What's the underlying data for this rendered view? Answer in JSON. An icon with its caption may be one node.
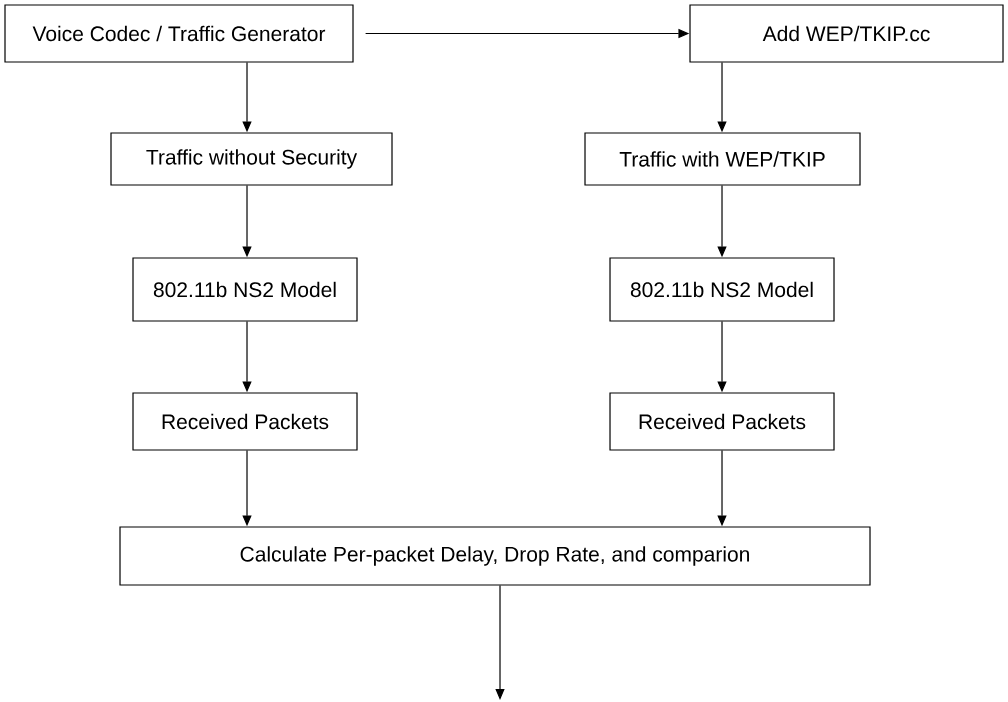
{
  "diagram": {
    "nodes": [
      {
        "text": [
          "Voice Codec / Traffic Generator"
        ]
      },
      {
        "text": [
          "Add WEP/TKIP.cc"
        ]
      },
      {
        "text": [
          "Traffic without Security"
        ]
      },
      {
        "text": [
          "Traffic with WEP/TKIP"
        ]
      },
      {
        "text": [
          "802.11b NS2 Model"
        ]
      },
      {
        "text": [
          "802.11b NS2 Model"
        ]
      },
      {
        "text": [
          "Received Packets"
        ]
      },
      {
        "text": [
          "Received Packets"
        ]
      },
      {
        "text": [
          "Calculate Per-packet Delay, Drop Rate, and comparion"
        ]
      }
    ],
    "edges": [
      {
        "from": 0,
        "to": 1,
        "arrow": "to"
      },
      {
        "from": 0,
        "to": 2,
        "arrow": "to"
      },
      {
        "from": 1,
        "to": 3,
        "arrow": "to"
      },
      {
        "from": 2,
        "to": 4,
        "arrow": "to"
      },
      {
        "from": 3,
        "to": 5,
        "arrow": "to"
      },
      {
        "from": 4,
        "to": 6,
        "arrow": "to"
      },
      {
        "from": 5,
        "to": 7,
        "arrow": "to"
      },
      {
        "from": 6,
        "to": 8,
        "arrow": "to"
      },
      {
        "from": 7,
        "to": 8,
        "arrow": "to"
      },
      {
        "from": 8,
        "to": null,
        "arrow": "to"
      }
    ]
  }
}
